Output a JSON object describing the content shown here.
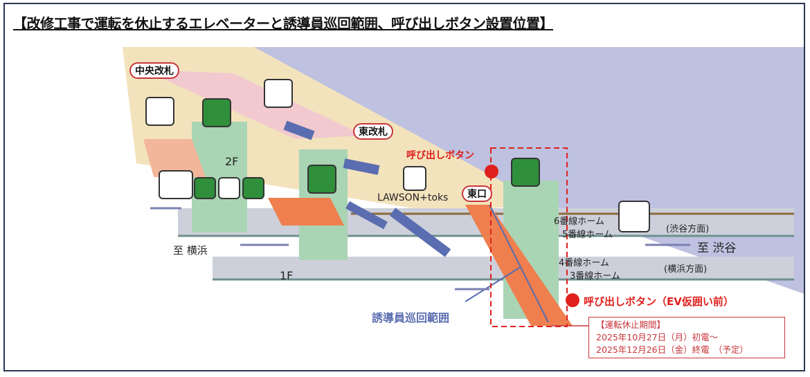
{
  "title": "【改修工事で運転を休止するエレベーターと誘導員巡回範囲、呼び出しボタン設置位置】",
  "gates": {
    "central": "中央改札",
    "east": "東改札",
    "east_exit": "東口"
  },
  "floors": {
    "f2": "2F",
    "f1": "1F"
  },
  "shop": "LAWSON+toks",
  "call_button": "呼び出しボタン",
  "call_button_ev": "呼び出しボタン（EV仮囲い前）",
  "guard_range": "誘導員巡回範囲",
  "platforms": {
    "p6": "6番線ホーム",
    "p5": "5番線ホーム",
    "p4": "4番線ホーム",
    "p3": "3番線ホーム"
  },
  "directions": {
    "shibuya_side": "(渋谷方面)",
    "yokohama_side": "(横浜方面)",
    "to_shibuya": "至 渋谷",
    "to_yokohama": "至 横浜"
  },
  "period": {
    "heading": "【運転休止期間】",
    "start": "2025年10月27日（月）初電～",
    "end": "2025年12月26日（金）終電　（予定）"
  },
  "colors": {
    "accent_red": "#e0201c",
    "ev_green": "#2f8f3a",
    "sky": "#b3b6da"
  }
}
